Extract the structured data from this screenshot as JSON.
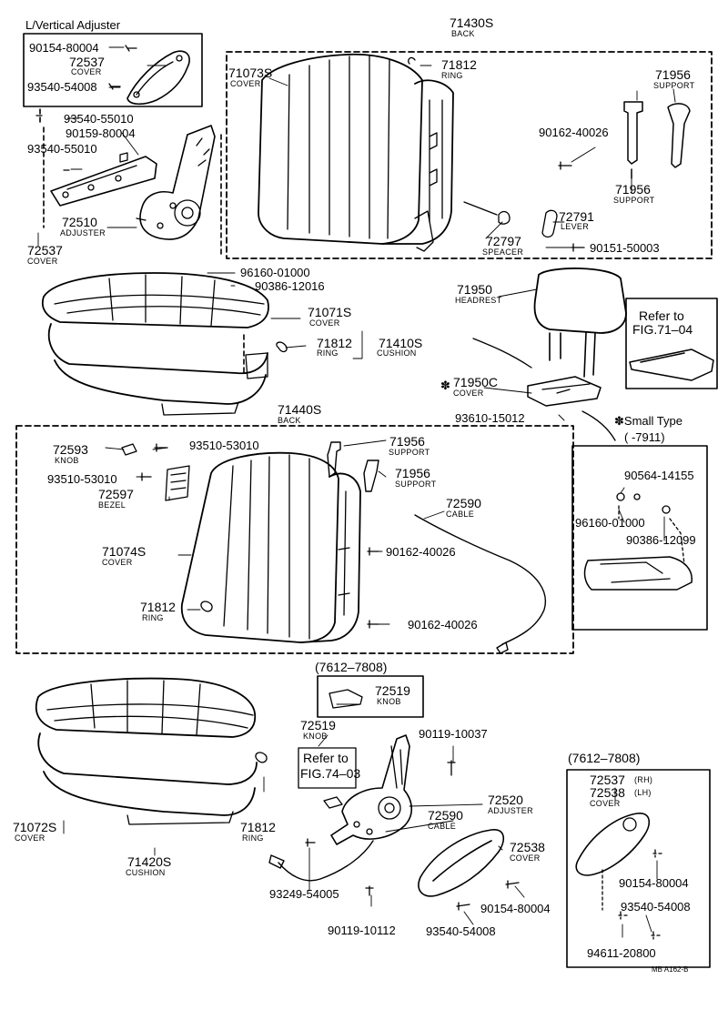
{
  "labels": {
    "l_vertical_adjuster": "L/Vertical Adjuster",
    "p90154_80004_a": "90154-80004",
    "p72537_a": "72537",
    "cover_a": "COVER",
    "p93540_54008_a": "93540-54008",
    "p93540_55010_a": "93540-55010",
    "p90159_80004": "90159-80004",
    "p93540_55010_b": "93540-55010",
    "p72510": "72510",
    "adjuster_a": "ADJUSTER",
    "p72537_b": "72537",
    "cover_b": "COVER",
    "p71430s": "71430S",
    "back_a": "BACK",
    "p71073s": "71073S",
    "cover_c": "COVER",
    "p71812_a": "71812",
    "ring_a": "RING",
    "p71956_a": "71956",
    "support_a": "SUPPORT",
    "p90162_40026_a": "90162-40026",
    "p71956_b": "71956",
    "support_b": "SUPPORT",
    "p72791": "72791",
    "lever": "LEVER",
    "p72797": "72797",
    "speacer": "SPEACER",
    "p90151_50003": "90151-50003",
    "p96160_01000_a": "96160-01000",
    "p90386_12016": "90386-12016",
    "p71071s": "71071S",
    "cover_d": "COVER",
    "p71812_b": "71812",
    "ring_b": "RING",
    "p71410s": "71410S",
    "cushion_a": "CUSHION",
    "p71950": "71950",
    "headrest": "HEADREST",
    "refer_to_1": "Refer to",
    "fig_71_04": "FIG.71–04",
    "p71950c": "71950C",
    "cover_e": "COVER",
    "asterisk_a": "✽",
    "p93610_15012": "93610-15012",
    "small_type": "✽Small Type",
    "small_type_range": "(       -7911)",
    "p71440s": "71440S",
    "back_b": "BACK",
    "p72593": "72593",
    "knob_a": "KNOB",
    "p93510_53010_a": "93510-53010",
    "p71956_c": "71956",
    "support_c": "SUPPORT",
    "p93510_53010_b": "93510-53010",
    "p72597": "72597",
    "bezel": "BEZEL",
    "p71956_d": "71956",
    "support_d": "SUPPORT",
    "p72590_a": "72590",
    "cable_a": "CABLE",
    "p71074s": "71074S",
    "cover_f": "COVER",
    "p90162_40026_b": "90162-40026",
    "p71812_c": "71812",
    "ring_c": "RING",
    "p90162_40026_c": "90162-40026",
    "p90564_14155": "90564-14155",
    "p96160_01000_b": "96160-01000",
    "p90386_12099": "90386-12099",
    "range_7612_7808_a": "(7612–7808)",
    "p72519_a": "72519",
    "knob_b": "KNOB",
    "p72519_b": "72519",
    "knob_c": "KNOB",
    "refer_to_2": "Refer to",
    "fig_74_03": "FIG.74–03",
    "p90119_10037": "90119-10037",
    "p72520": "72520",
    "adjuster_b": "ADJUSTER",
    "p72590_b": "72590",
    "cable_b": "CABLE",
    "range_7612_7808_b": "(7612–7808)",
    "p72537_rh": "72537",
    "rh": "(RH)",
    "p72538_lh": "72538",
    "lh": "(LH)",
    "cover_g": "COVER",
    "p72538": "72538",
    "cover_h": "COVER",
    "p71072s": "71072S",
    "cover_i": "COVER",
    "p71812_d": "71812",
    "ring_d": "RING",
    "p71420s": "71420S",
    "cushion_b": "CUSHION",
    "p93249_54005": "93249-54005",
    "p90119_10112": "90119-10112",
    "p90154_80004_b": "90154-80004",
    "p93540_54008_b": "93540-54008",
    "p90154_80004_c": "90154-80004",
    "p93540_54008_c": "93540-54008",
    "p94611_20800": "94611-20800",
    "fig_code": "MB A162-B"
  }
}
